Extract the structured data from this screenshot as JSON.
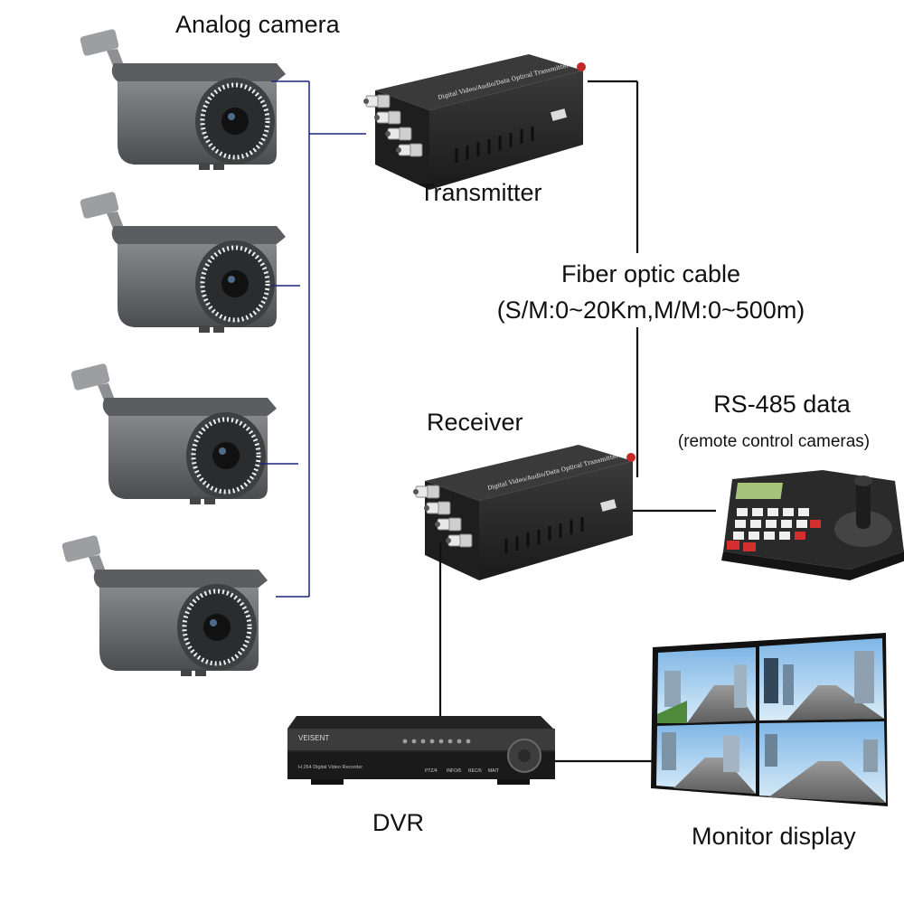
{
  "labels": {
    "analog_camera": "Analog camera",
    "transmitter": "Transmitter",
    "fiber_cable": "Fiber optic cable",
    "fiber_spec": "(S/M:0~20Km,M/M:0~500m)",
    "receiver": "Receiver",
    "rs485": "RS-485 data",
    "rs485_sub": "(remote control cameras)",
    "dvr": "DVR",
    "monitor": "Monitor display"
  },
  "device_text": {
    "transmitter_face": "Digital Video/Audio/Data Optical Transmitter",
    "receiver_face": "Digital Video/Audio/Data Optical Transmitter",
    "dvr_brand": "VEISENT",
    "dvr_model": "H.264 Digital Video Recorder",
    "dvr_buttons": [
      "PTZ/4",
      "INFO/5",
      "REC/6",
      "MAIT"
    ]
  },
  "colors": {
    "camera_link": "#1a237e",
    "cable": "#111111",
    "device_body": "#2b2b2b",
    "camera_body": "#6b6d70",
    "keyboard_red": "#d32f2f"
  },
  "icons": {
    "camera": "cctv-bullet-camera-icon",
    "transmitter": "fiber-transmitter-icon",
    "receiver": "fiber-receiver-icon",
    "keyboard": "ptz-keyboard-icon",
    "dvr": "dvr-recorder-icon",
    "monitor": "quad-monitor-icon"
  }
}
